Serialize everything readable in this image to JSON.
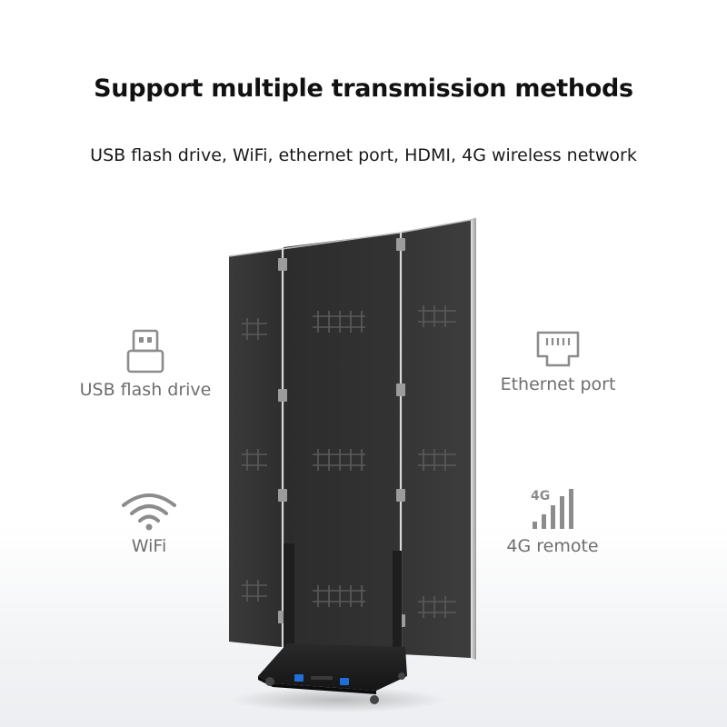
{
  "header": {
    "title": "Support multiple transmission methods",
    "subtitle": "USB flash drive, WiFi, ethernet port, HDMI, 4G wireless network"
  },
  "features": {
    "usb": {
      "label": "USB flash drive",
      "icon": "usb-icon"
    },
    "ethernet": {
      "label": "Ethernet port",
      "icon": "ethernet-port-icon"
    },
    "wifi": {
      "label": "WiFi",
      "icon": "wifi-icon"
    },
    "four_g": {
      "label": "4G remote",
      "icon": "signal-4g-icon",
      "icon_text": "4G"
    }
  },
  "colors": {
    "icon_gray": "#8c8c8c",
    "panel_dark": "#2f2f2f",
    "frame_silver": "#c8c8c8",
    "port_blue": "#1f6fd8"
  }
}
